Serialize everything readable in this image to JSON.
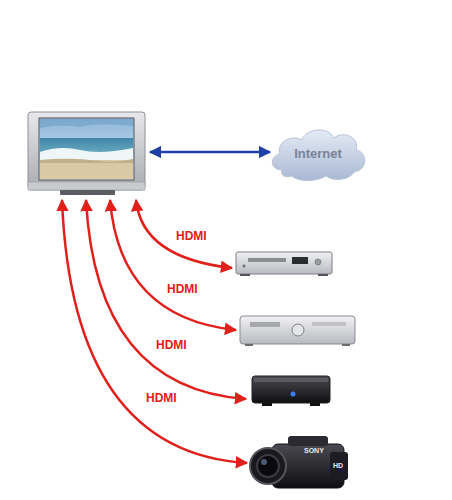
{
  "diagram": {
    "nodes": [
      {
        "text": [
          "Internet"
        ]
      }
    ],
    "labels": [
      "HDMI",
      "HDMI",
      "HDMI",
      "HDMI",
      "SONY",
      "HD"
    ]
  }
}
